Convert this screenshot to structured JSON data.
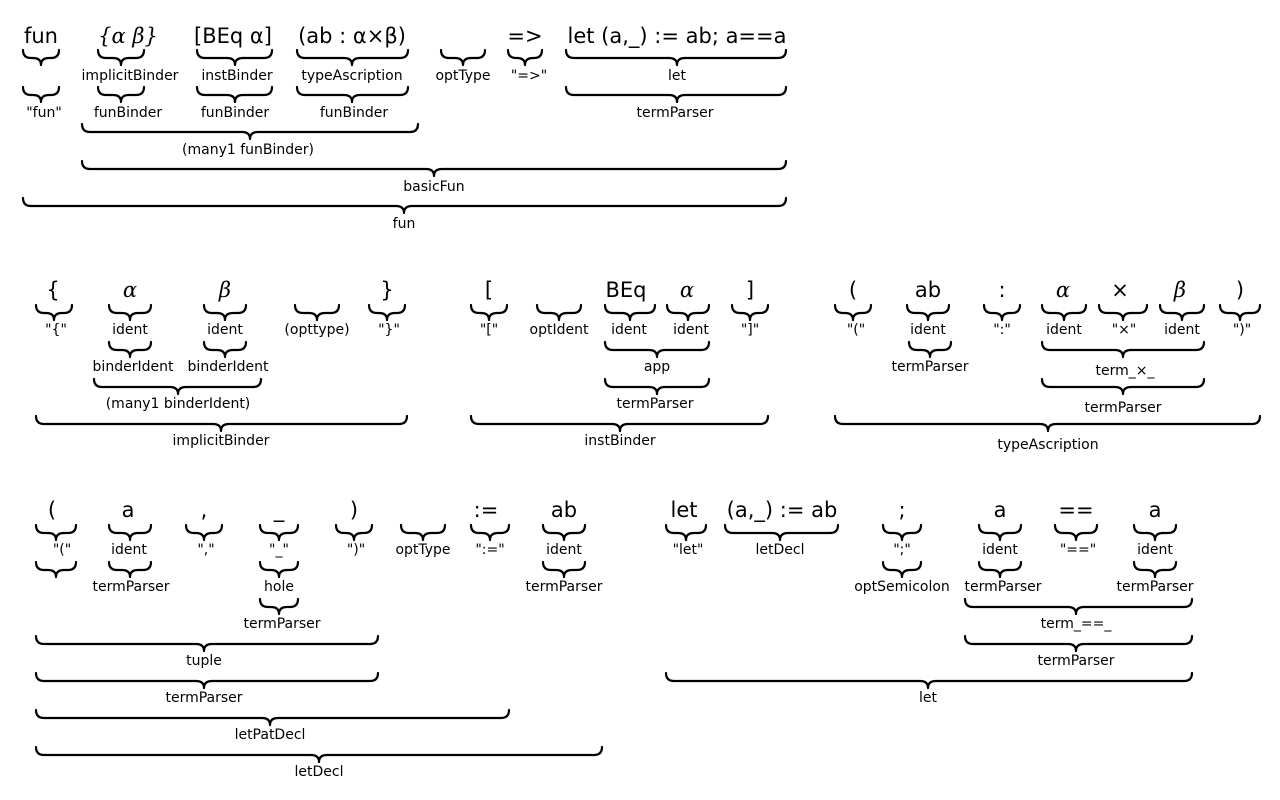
{
  "tokens": {
    "t1": "fun",
    "t2": "{α β}",
    "t3": "[BEq α]",
    "t4": "(ab : α×β)",
    "t5": "=>",
    "t6": "let (a,_) := ab; a==a",
    "d1_open": "{",
    "d1_alpha": "α",
    "d1_beta": "β",
    "d1_close": "}",
    "d2_open": "[",
    "d2_beq": "BEq",
    "d2_alpha": "α",
    "d2_close": "]",
    "d3_open": "(",
    "d3_ab": "ab",
    "d3_colon": ":",
    "d3_alpha": "α",
    "d3_times": "×",
    "d3_beta": "β",
    "d3_close": ")",
    "d4_open": "(",
    "d4_a": "a",
    "d4_comma": ",",
    "d4_under": "_",
    "d4_close": ")",
    "d4_assign": ":=",
    "d4_ab": "ab",
    "d5_let": "let",
    "d5_decl": "(a,_) := ab",
    "d5_semi": ";",
    "d5_a1": "a",
    "d5_eqeq": "==",
    "d5_a2": "a"
  },
  "labels": {
    "l1": "implicitBinder",
    "l2": "instBinder",
    "l3": "typeAscription",
    "l4": "optType",
    "l5": "\"=>\"",
    "l6": "let",
    "l7": "\"fun\"",
    "l8": "funBinder",
    "l9": "funBinder",
    "l10": "funBinder",
    "l11": "termParser",
    "l12": "(many1 funBinder)",
    "l13": "basicFun",
    "l14": "fun",
    "d1_l1": "\"{\"",
    "d1_l2": "ident",
    "d1_l3": "ident",
    "d1_l4": "(opttype)",
    "d1_l5": "\"}\"",
    "d1_l6": "binderIdent",
    "d1_l7": "binderIdent",
    "d1_l8": "(many1 binderIdent)",
    "d1_l9": "implicitBinder",
    "d2_l1": "\"[\"",
    "d2_l2": "optIdent",
    "d2_l3": "ident",
    "d2_l4": "ident",
    "d2_l5": "\"]\"",
    "d2_l6": "app",
    "d2_l7": "termParser",
    "d2_l8": "instBinder",
    "d3_l1": "\"(\"",
    "d3_l2": "ident",
    "d3_l3": "\":\"",
    "d3_l4": "ident",
    "d3_l5": "\"×\"",
    "d3_l6": "ident",
    "d3_l7": "\")\"",
    "d3_l8": "termParser",
    "d3_l9": "term_×_",
    "d3_l10": "termParser",
    "d3_l11": "typeAscription",
    "d4_l1": "\"(\"",
    "d4_l2": "ident",
    "d4_l3": "\",\"",
    "d4_l4": "\"_\"",
    "d4_l5": "\")\"",
    "d4_l6": "optType",
    "d4_l7": "\":=\"",
    "d4_l8": "ident",
    "d4_l9": "termParser",
    "d4_l10": "hole",
    "d4_l11": "termParser",
    "d4_l12": "termParser",
    "d4_l13": "tuple",
    "d4_l14": "termParser",
    "d4_l15": "letPatDecl",
    "d4_l16": "letDecl",
    "d5_l1": "\"let\"",
    "d5_l2": "letDecl",
    "d5_l3": "\";\"",
    "d5_l4": "ident",
    "d5_l5": "\"==\"",
    "d5_l6": "ident",
    "d5_l7": "optSemicolon",
    "d5_l8": "termParser",
    "d5_l9": "termParser",
    "d5_l10": "term_==_",
    "d5_l11": "termParser",
    "d5_l12": "let"
  }
}
